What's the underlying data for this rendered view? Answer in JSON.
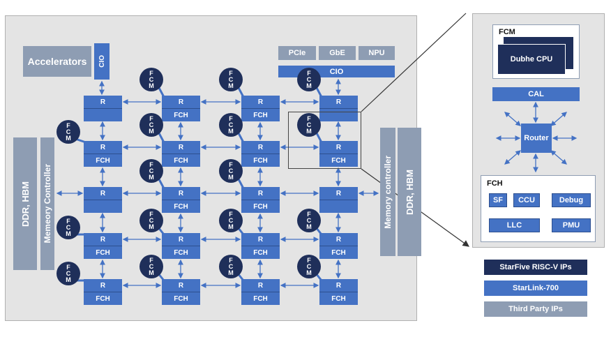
{
  "soc": {
    "accelerators": "Accelerators",
    "cio": "CIO",
    "top_io": [
      "PCIe",
      "GbE",
      "NPU"
    ],
    "top_cio": "CIO",
    "ddr_left": "DDR, HBM",
    "mem_ctrl_left": "Memeory Controller",
    "mem_ctrl_right": "Memory controller",
    "ddr_right": "DDR, HBM",
    "router_label": "R",
    "fch_label": "FCH",
    "fcm_letters": [
      "F",
      "C",
      "M"
    ]
  },
  "zoom": {
    "fcm_title": "FCM",
    "cpu": "Dubhe CPU",
    "cal": "CAL",
    "router": "Router",
    "fch_title": "FCH",
    "fch_blocks": [
      "SF",
      "CCU",
      "Debug",
      "LLC",
      "PMU"
    ]
  },
  "legend": {
    "items": [
      {
        "label": "StarFive RISC-V IPs",
        "color": "#1f2f5a"
      },
      {
        "label": "StarLink-700",
        "color": "#4472c4"
      },
      {
        "label": "Third Party IPs",
        "color": "#8e9db3"
      }
    ]
  }
}
